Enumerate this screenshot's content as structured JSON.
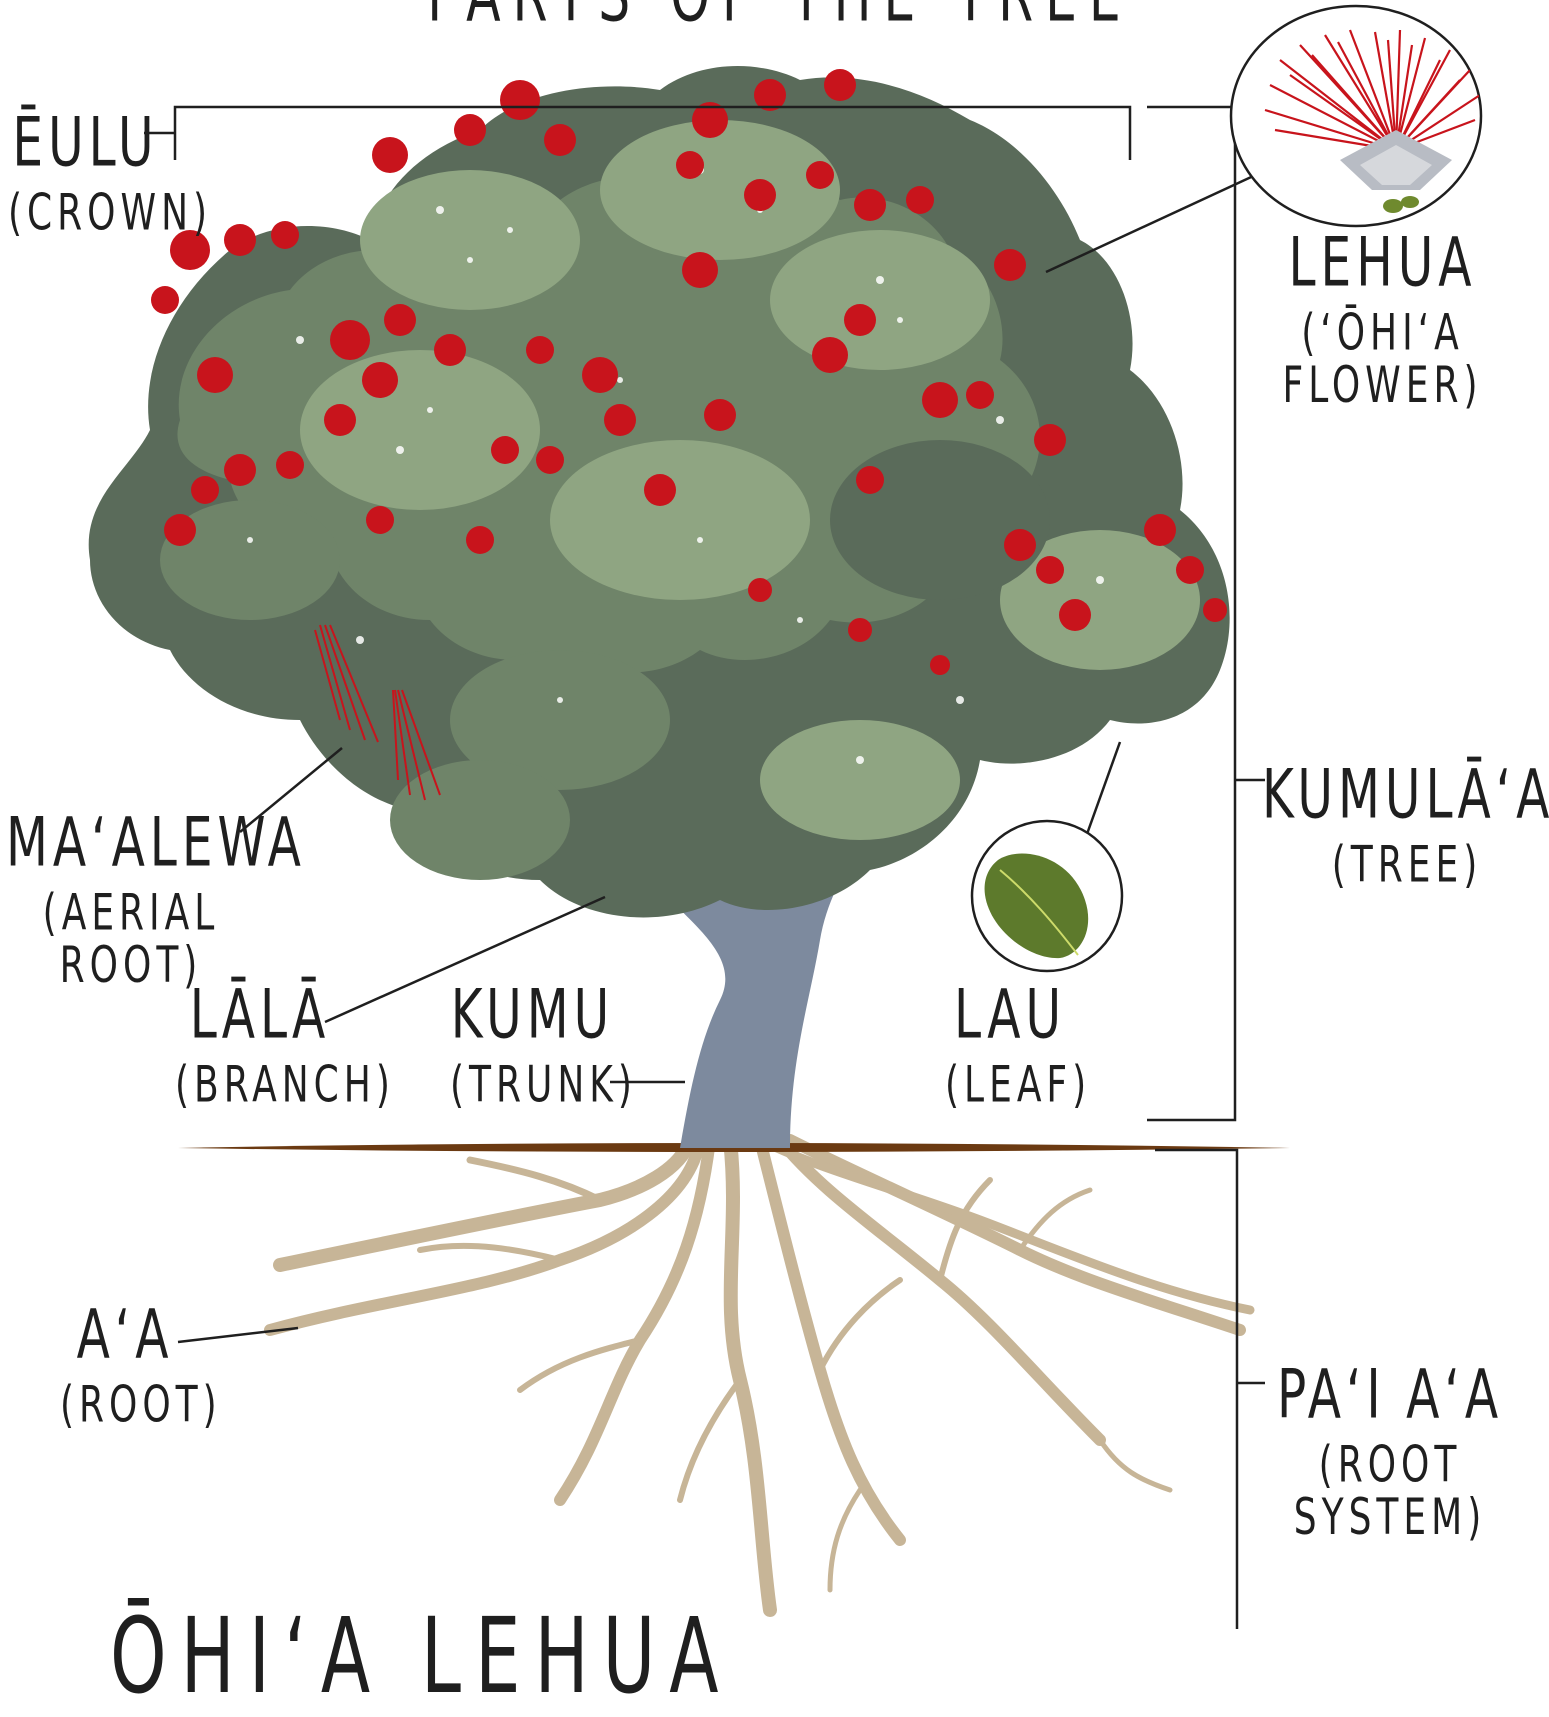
{
  "title": "PARTS OF THE TREE",
  "footer_title": "ŌHI‘A LEHUA",
  "colors": {
    "canopy_dark": "#5a6b5a",
    "canopy_mid": "#6f8469",
    "canopy_light": "#8fa582",
    "flower_red": "#c8141c",
    "trunk": "#7d8a9e",
    "ground": "#6b3a12",
    "roots": "#c7b597",
    "leaf": "#5d7a2c",
    "line": "#1f1f1f"
  },
  "labels": {
    "eulu": {
      "main": "ĒULU",
      "sub": "(CROWN)"
    },
    "lehua": {
      "main": "LEHUA",
      "sub": "(‘ŌHI‘A FLOWER)"
    },
    "kumulaau": {
      "main": "KUMULĀ‘AU",
      "sub": "(TREE)"
    },
    "maalewa": {
      "main": "MA‘ALEWA",
      "sub": "(AERIAL ROOT)"
    },
    "lala": {
      "main": "LĀLĀ",
      "sub": "(BRANCH)"
    },
    "kumu": {
      "main": "KUMU",
      "sub": "(TRUNK)"
    },
    "lau": {
      "main": "LAU",
      "sub": "(LEAF)"
    },
    "aa": {
      "main": "A‘A",
      "sub": "(ROOT)"
    },
    "paiaa": {
      "main": "PA‘I A‘A",
      "sub": "(ROOT SYSTEM)"
    }
  },
  "icons": [
    "lehua-flower-icon",
    "leaf-icon"
  ]
}
